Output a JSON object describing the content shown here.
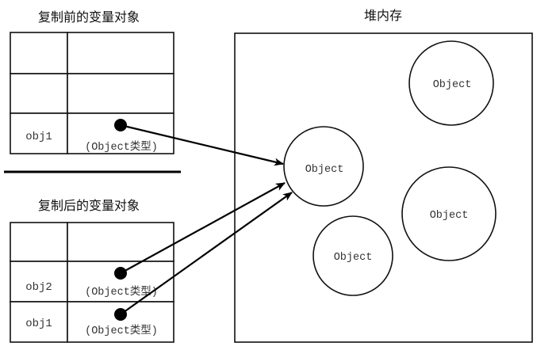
{
  "before": {
    "title": "复制前的变量对象",
    "rows": [
      {
        "name": "",
        "value": ""
      },
      {
        "name": "",
        "value": ""
      },
      {
        "name": "obj1",
        "value": "(Object类型)"
      }
    ]
  },
  "after": {
    "title": "复制后的变量对象",
    "rows": [
      {
        "name": "",
        "value": ""
      },
      {
        "name": "obj2",
        "value": "(Object类型)"
      },
      {
        "name": "obj1",
        "value": "(Object类型)"
      }
    ]
  },
  "heap": {
    "title": "堆内存",
    "objects": [
      {
        "label": "Object",
        "referenced": false
      },
      {
        "label": "Object",
        "referenced": true
      },
      {
        "label": "Object",
        "referenced": false
      },
      {
        "label": "Object",
        "referenced": false
      }
    ]
  }
}
